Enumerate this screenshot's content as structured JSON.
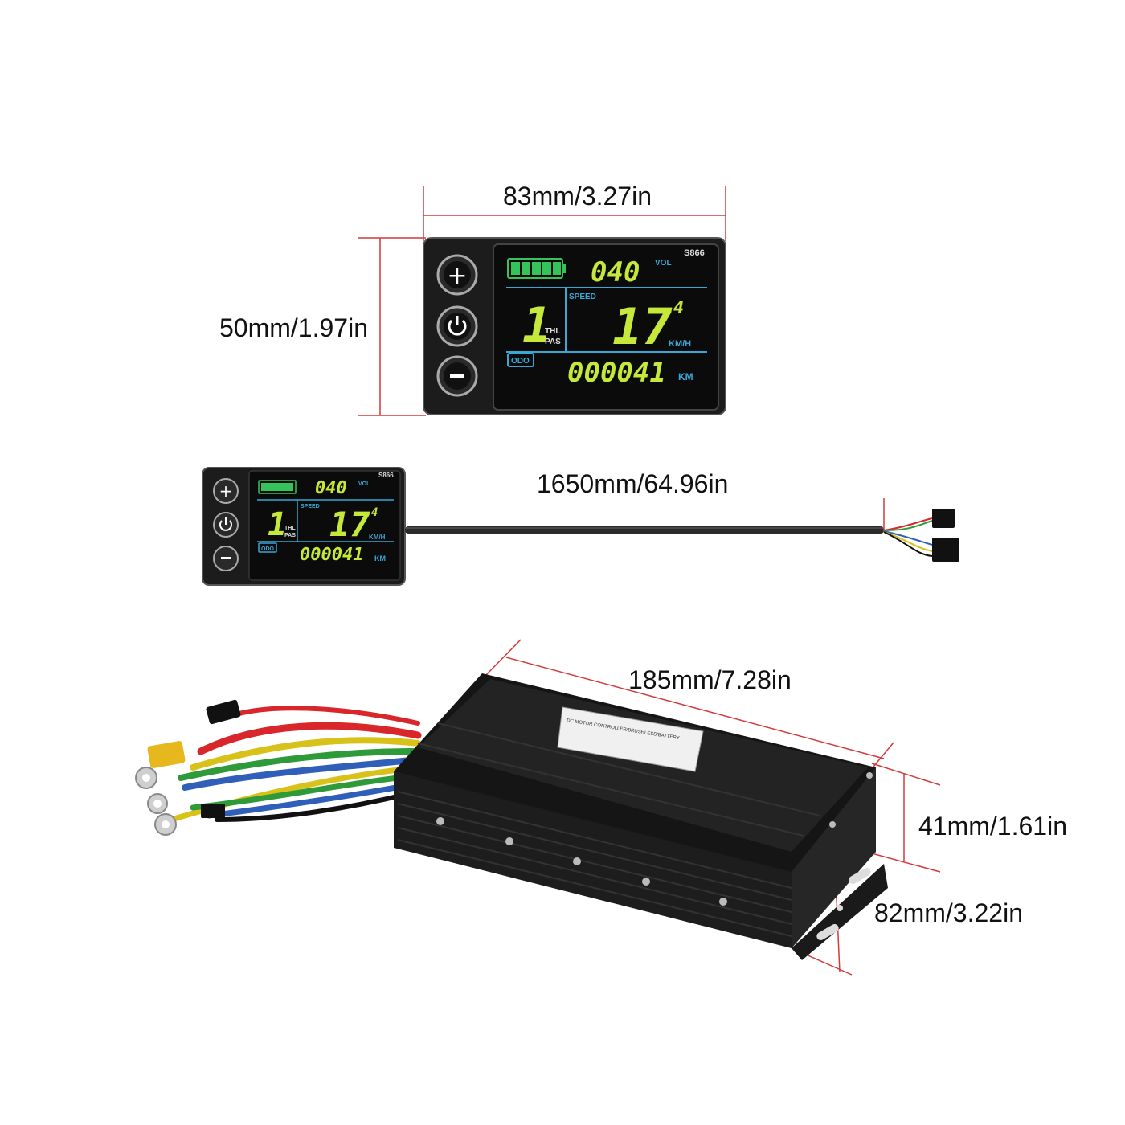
{
  "dimensions": {
    "display_width": "83mm/3.27in",
    "display_height": "50mm/1.97in",
    "cable_length": "1650mm/64.96in",
    "controller_length": "185mm/7.28in",
    "controller_height": "41mm/1.61in",
    "controller_width": "82mm/3.22in"
  },
  "display": {
    "model": "S866",
    "voltage_value": "040",
    "voltage_unit": "VOL",
    "speed_label": "SPEED",
    "speed_value": "17",
    "speed_decimal": "4",
    "speed_unit": "KM/H",
    "pas_level": "1",
    "thl_label": "THL",
    "pas_label": "PAS",
    "odo_label": "ODO",
    "odo_value": "000041",
    "odo_unit": "KM",
    "battery_bars": 5,
    "buttons": [
      "+",
      "⏻",
      "−"
    ]
  },
  "controller": {
    "label_line1": "DC MOTOR CONTROLLER/BRUSHLESS/BATTERY"
  },
  "colors": {
    "dimension_line": "#d43a3a",
    "lcd_green": "#c6e83a",
    "lcd_battery": "#35c45a",
    "lcd_blue": "#3aa7d6",
    "device_body": "#1a1a1a",
    "wire_red": "#d9262b",
    "wire_yellow": "#d8c21a",
    "wire_green": "#2e9a3a",
    "wire_blue": "#2f5fb8"
  }
}
